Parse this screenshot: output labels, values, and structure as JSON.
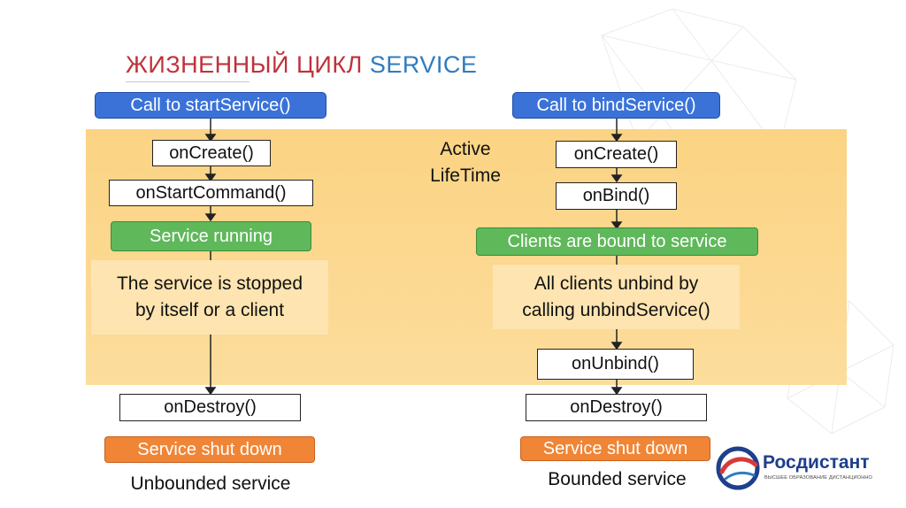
{
  "slide": {
    "title_ru": "ЖИЗНЕННЫЙ ЦИКЛ",
    "title_en": "SERVICE",
    "active_label": "Active\nLifeTime"
  },
  "unbounded": {
    "call": "Call to startService()",
    "on_create": "onCreate()",
    "on_start_command": "onStartCommand()",
    "running": "Service running",
    "stopped_note": "The service is stopped\nby itself or a client",
    "on_destroy": "onDestroy()",
    "shut_down": "Service shut down",
    "caption": "Unbounded service"
  },
  "bounded": {
    "call": "Call to bindService()",
    "on_create": "onCreate()",
    "on_bind": "onBind()",
    "bound": "Clients are bound to service",
    "unbind_note": "All clients unbind by\ncalling unbindService()",
    "on_unbind": "onUnbind()",
    "on_destroy": "onDestroy()",
    "shut_down": "Service shut down",
    "caption": "Bounded service"
  },
  "logo": {
    "name": "Росдистант",
    "tagline": "ВЫСШЕЕ ОБРАЗОВАНИЕ ДИСТАНЦИОННО",
    "colors": {
      "red": "#d63a3a",
      "blue": "#1e3f8c"
    }
  },
  "colors": {
    "band": "#fcd68a",
    "blue_box": "#3a72d8",
    "green_box": "#5fb85a",
    "orange_box": "#f08536",
    "title_ru": "#c0313a",
    "title_en": "#2f7cc0"
  }
}
